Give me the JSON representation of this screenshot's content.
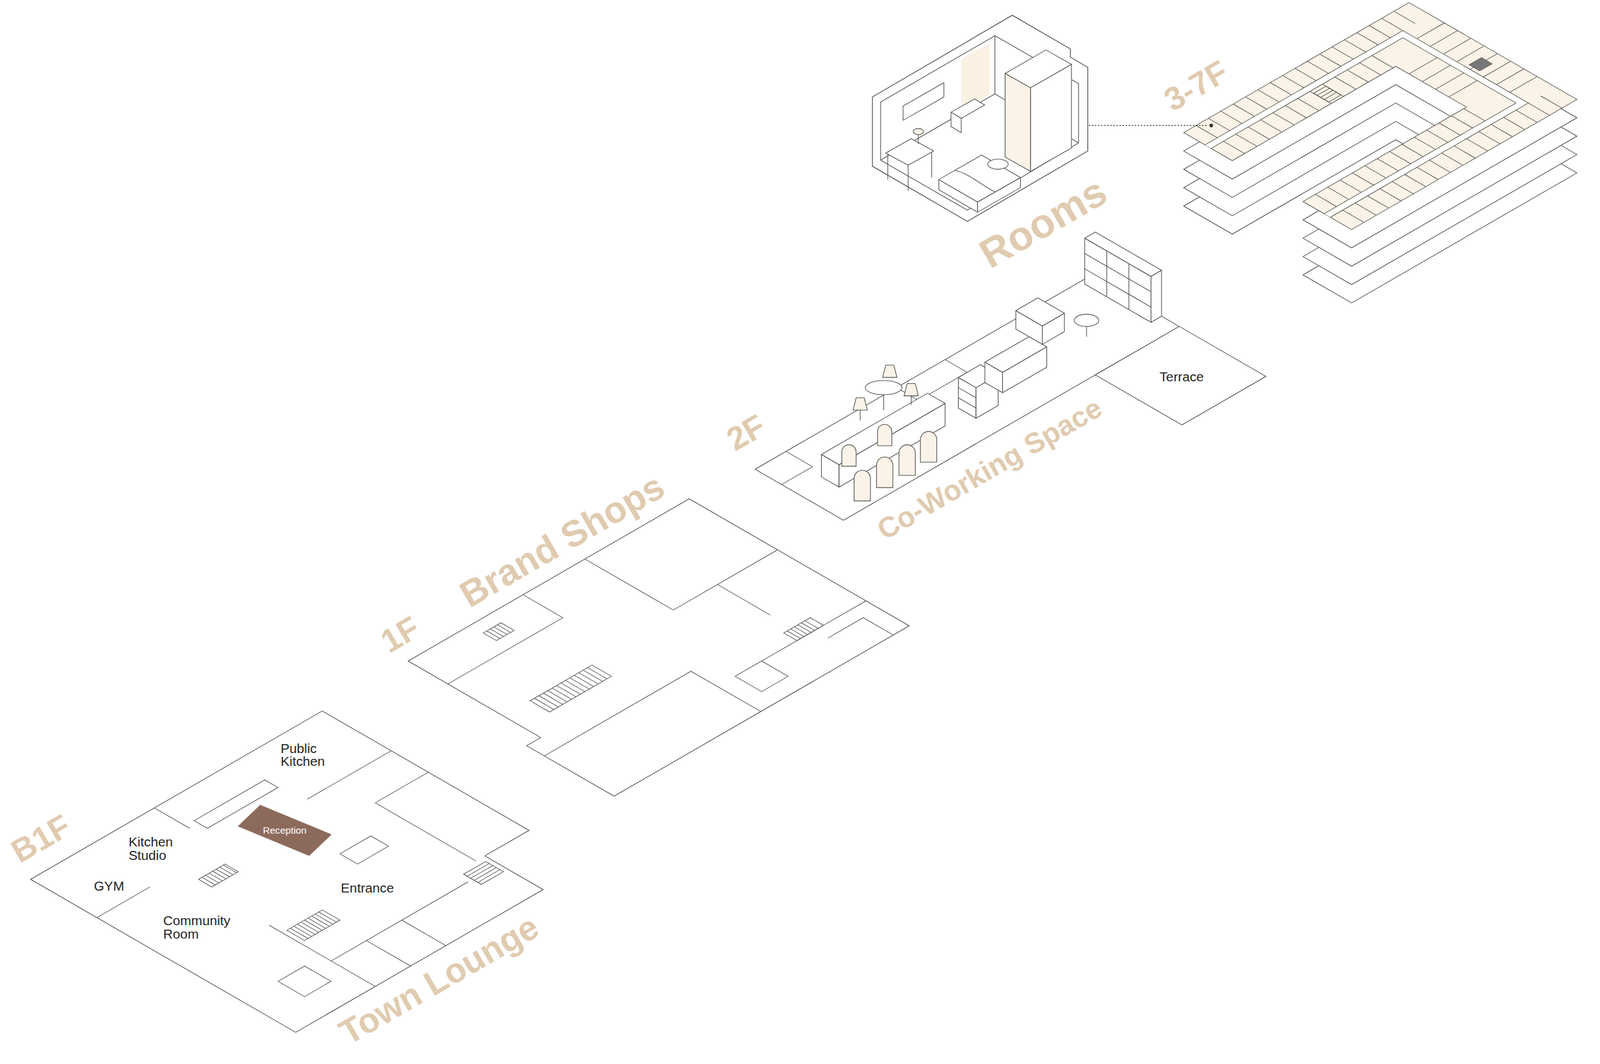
{
  "diagram": {
    "nodes": [
      {
        "text": [
          "Reception"
        ]
      }
    ],
    "labels": [
      "Rooms",
      "3-7F",
      "2F",
      "Co-Working Space",
      "Terrace",
      "1F",
      "Brand Shops",
      "B1F",
      "Public Kitchen",
      "Kitchen Studio",
      "GYM",
      "Entrance",
      "Community Room",
      "Town Lounge"
    ]
  }
}
